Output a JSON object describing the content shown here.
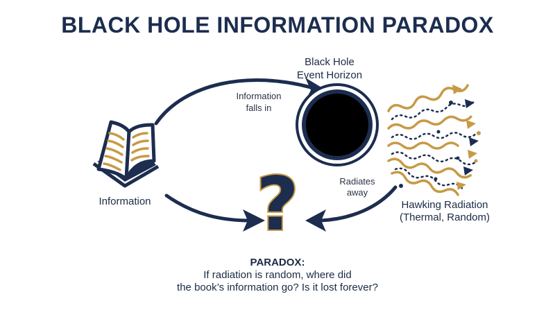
{
  "title": "BLACK HOLE INFORMATION PARADOX",
  "labels": {
    "black_hole_line1": "Black Hole",
    "black_hole_line2": "Event Horizon",
    "falls_line1": "Information",
    "falls_line2": "falls in",
    "information": "Information",
    "radiates_line1": "Radiates",
    "radiates_line2": "away",
    "hawking_line1": "Hawking Radiation",
    "hawking_line2": "(Thermal, Random)",
    "question_mark": "?"
  },
  "paradox": {
    "heading": "PARADOX:",
    "line1": "If radiation is random, where did",
    "line2": "the book’s information go? Is it lost forever?"
  },
  "colors": {
    "navy": "#1c2d4f",
    "gold": "#c79a45",
    "black": "#000000"
  },
  "icons": [
    "book-icon",
    "black-hole-icon",
    "wavy-radiation-icon",
    "question-mark-icon"
  ]
}
